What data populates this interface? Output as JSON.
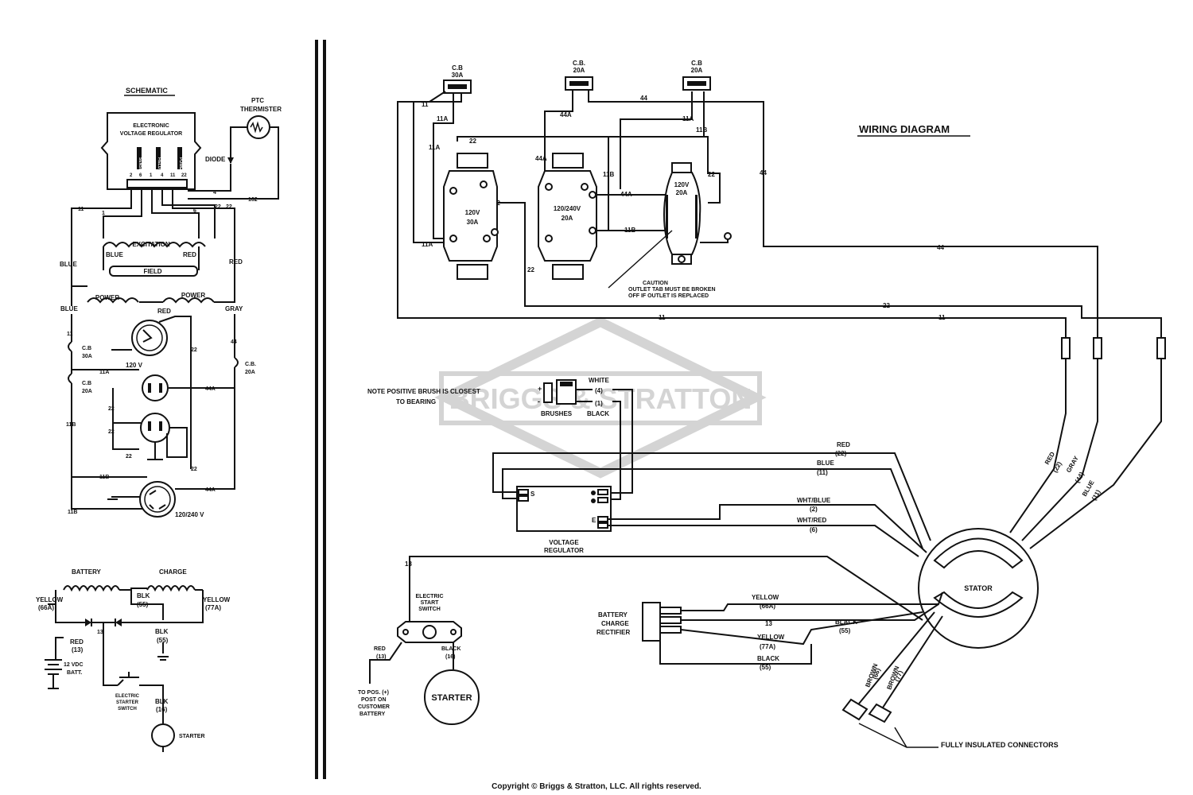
{
  "colors": {
    "ink": "#111111",
    "watermark": "#d4d4d4",
    "background": "#ffffff"
  },
  "watermark": {
    "text": "BRIGGS & STRATTON"
  },
  "wiring": {
    "title": "WIRING DIAGRAM",
    "cb_30a": {
      "top": "C.B",
      "bottom": "30A"
    },
    "cb_20a_mid": {
      "top": "C.B.",
      "bottom": "20A"
    },
    "cb_20a_right": {
      "top": "C.B",
      "bottom": "20A"
    },
    "outlet_120_30": {
      "line1": "120V",
      "line2": "30A"
    },
    "outlet_120_240": {
      "line1": "120/240V",
      "line2": "20A"
    },
    "outlet_gfci": {
      "line1": "120V",
      "line2": "20A"
    },
    "caution": {
      "line1": "CAUTION",
      "line2": "OUTLET TAB MUST BE BROKEN",
      "line3": "OFF IF OUTLET IS REPLACED"
    },
    "wires": {
      "w11": "11",
      "w11a": "11A",
      "w11b": "11B",
      "w22": "22",
      "w44": "44",
      "w44a": "44A",
      "w13": "13"
    },
    "note": {
      "line1": "NOTE  POSITIVE BRUSH IS CLOSEST",
      "line2": "TO BEARING"
    },
    "brushes": {
      "label": "BRUSHES",
      "white": "WHITE",
      "white_no": "(4)",
      "black": "BLACK",
      "black_no": "(1)",
      "plus": "+",
      "minus": "-"
    },
    "regulator": {
      "line1": "VOLTAGE",
      "line2": "REGULATOR",
      "s": "S",
      "e": "E"
    },
    "stator_label": "STATOR",
    "stator_wires": {
      "red": "RED",
      "red_no": "(22)",
      "blue": "BLUE",
      "blue_no": "(11)",
      "wht_blue": "WHT/BLUE",
      "wht_blue_no": "(2)",
      "wht_red": "WHT/RED",
      "wht_red_no": "(6)",
      "gray": "GRAY",
      "gray_no": "(44)",
      "yellow_66": "YELLOW",
      "yellow_66_no": "(66A)",
      "yellow_77": "YELLOW",
      "yellow_77_no": "(77A)",
      "black_55": "BLACK",
      "black_55_no": "(55)",
      "black_55b": "BLACK",
      "black_55b_no": "(55)",
      "brown_66": "BROWN",
      "brown_66_no": "(66)",
      "brown_77": "BROWN",
      "brown_77_no": "(77)"
    },
    "rectifier": {
      "line1": "BATTERY",
      "line2": "CHARGE",
      "line3": "RECTIFIER"
    },
    "start_switch": {
      "line1": "ELECTRIC",
      "line2": "START",
      "line3": "SWITCH",
      "red": "RED",
      "red_no": "(13)",
      "black": "BLACK",
      "black_no": "(16)"
    },
    "starter": "STARTER",
    "battery_post": {
      "line1": "TO POS. (+)",
      "line2": "POST ON",
      "line3": "CUSTOMER",
      "line4": "BATTERY"
    },
    "connectors": "FULLY INSULATED CONNECTORS"
  },
  "schematic": {
    "title": "SCHEMATIC",
    "thermister": {
      "line1": "PTC",
      "line2": "THERMISTER"
    },
    "evr": {
      "line1": "ELECTRONIC",
      "line2": "VOLTAGE REGULATOR"
    },
    "evr_inner": {
      "sensing": "SENSING",
      "field": "FIELD",
      "power": "POWER"
    },
    "diode": "DIODE",
    "pins": {
      "p2": "2",
      "p6": "6",
      "p1": "1",
      "p4": "4",
      "p11": "11",
      "p22": "22"
    },
    "wires": {
      "w4": "4",
      "w162": "162",
      "w11": "11",
      "w1": "1",
      "w6": "6",
      "w22": "22",
      "w11a": "11A",
      "w11b": "11B",
      "w44": "44",
      "w44a": "44A"
    },
    "excitation": "EXCITATION",
    "field": "FIELD",
    "blue": "BLUE",
    "red": "RED",
    "blue2": "BLUE",
    "gray": "GRAY",
    "power": "POWER",
    "cb30": {
      "top": "C.B",
      "bottom": "30A"
    },
    "cb20": {
      "top": "C.B",
      "bottom": "20A"
    },
    "cb20b": {
      "top": "C.B.",
      "bottom": "20A"
    },
    "v120": "120 V",
    "v240": "120/240 V",
    "battery": "BATTERY",
    "charge": "CHARGE",
    "yellow_66": "YELLOW",
    "yellow_66_no": "(66A)",
    "yellow_77": "YELLOW",
    "yellow_77_no": "(77A)",
    "blk_55": "BLK",
    "blk_55_no": "(55)",
    "blk_55b": "BLK",
    "blk_55b_no": "(55)",
    "red_13": "RED",
    "red_13_no": "(13)",
    "w13": "13",
    "batt": {
      "line1": "12 VDC",
      "line2": "BATT."
    },
    "starter_switch": {
      "line1": "ELECTRIC",
      "line2": "STARTER",
      "line3": "SWITCH"
    },
    "blk_16": "BLK",
    "blk_16_no": "(16)",
    "starter": "STARTER"
  },
  "footer": {
    "copyright": "Copyright © Briggs & Stratton, LLC. All rights reserved."
  }
}
